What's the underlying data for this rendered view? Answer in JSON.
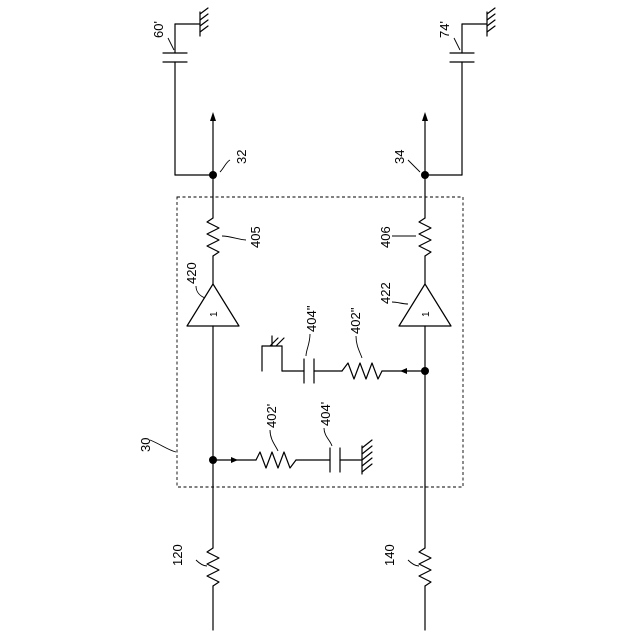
{
  "labels": {
    "ref_60": "60'",
    "ref_74": "74'",
    "ref_32": "32",
    "ref_34": "34",
    "ref_405": "405",
    "ref_406": "406",
    "ref_420": "420",
    "ref_422": "422",
    "ref_404pp": "404''",
    "ref_402pp": "402''",
    "ref_402p": "402'",
    "ref_404p": "404'",
    "ref_30": "30",
    "ref_120": "120",
    "ref_140": "140"
  },
  "buffer_symbol": "1"
}
